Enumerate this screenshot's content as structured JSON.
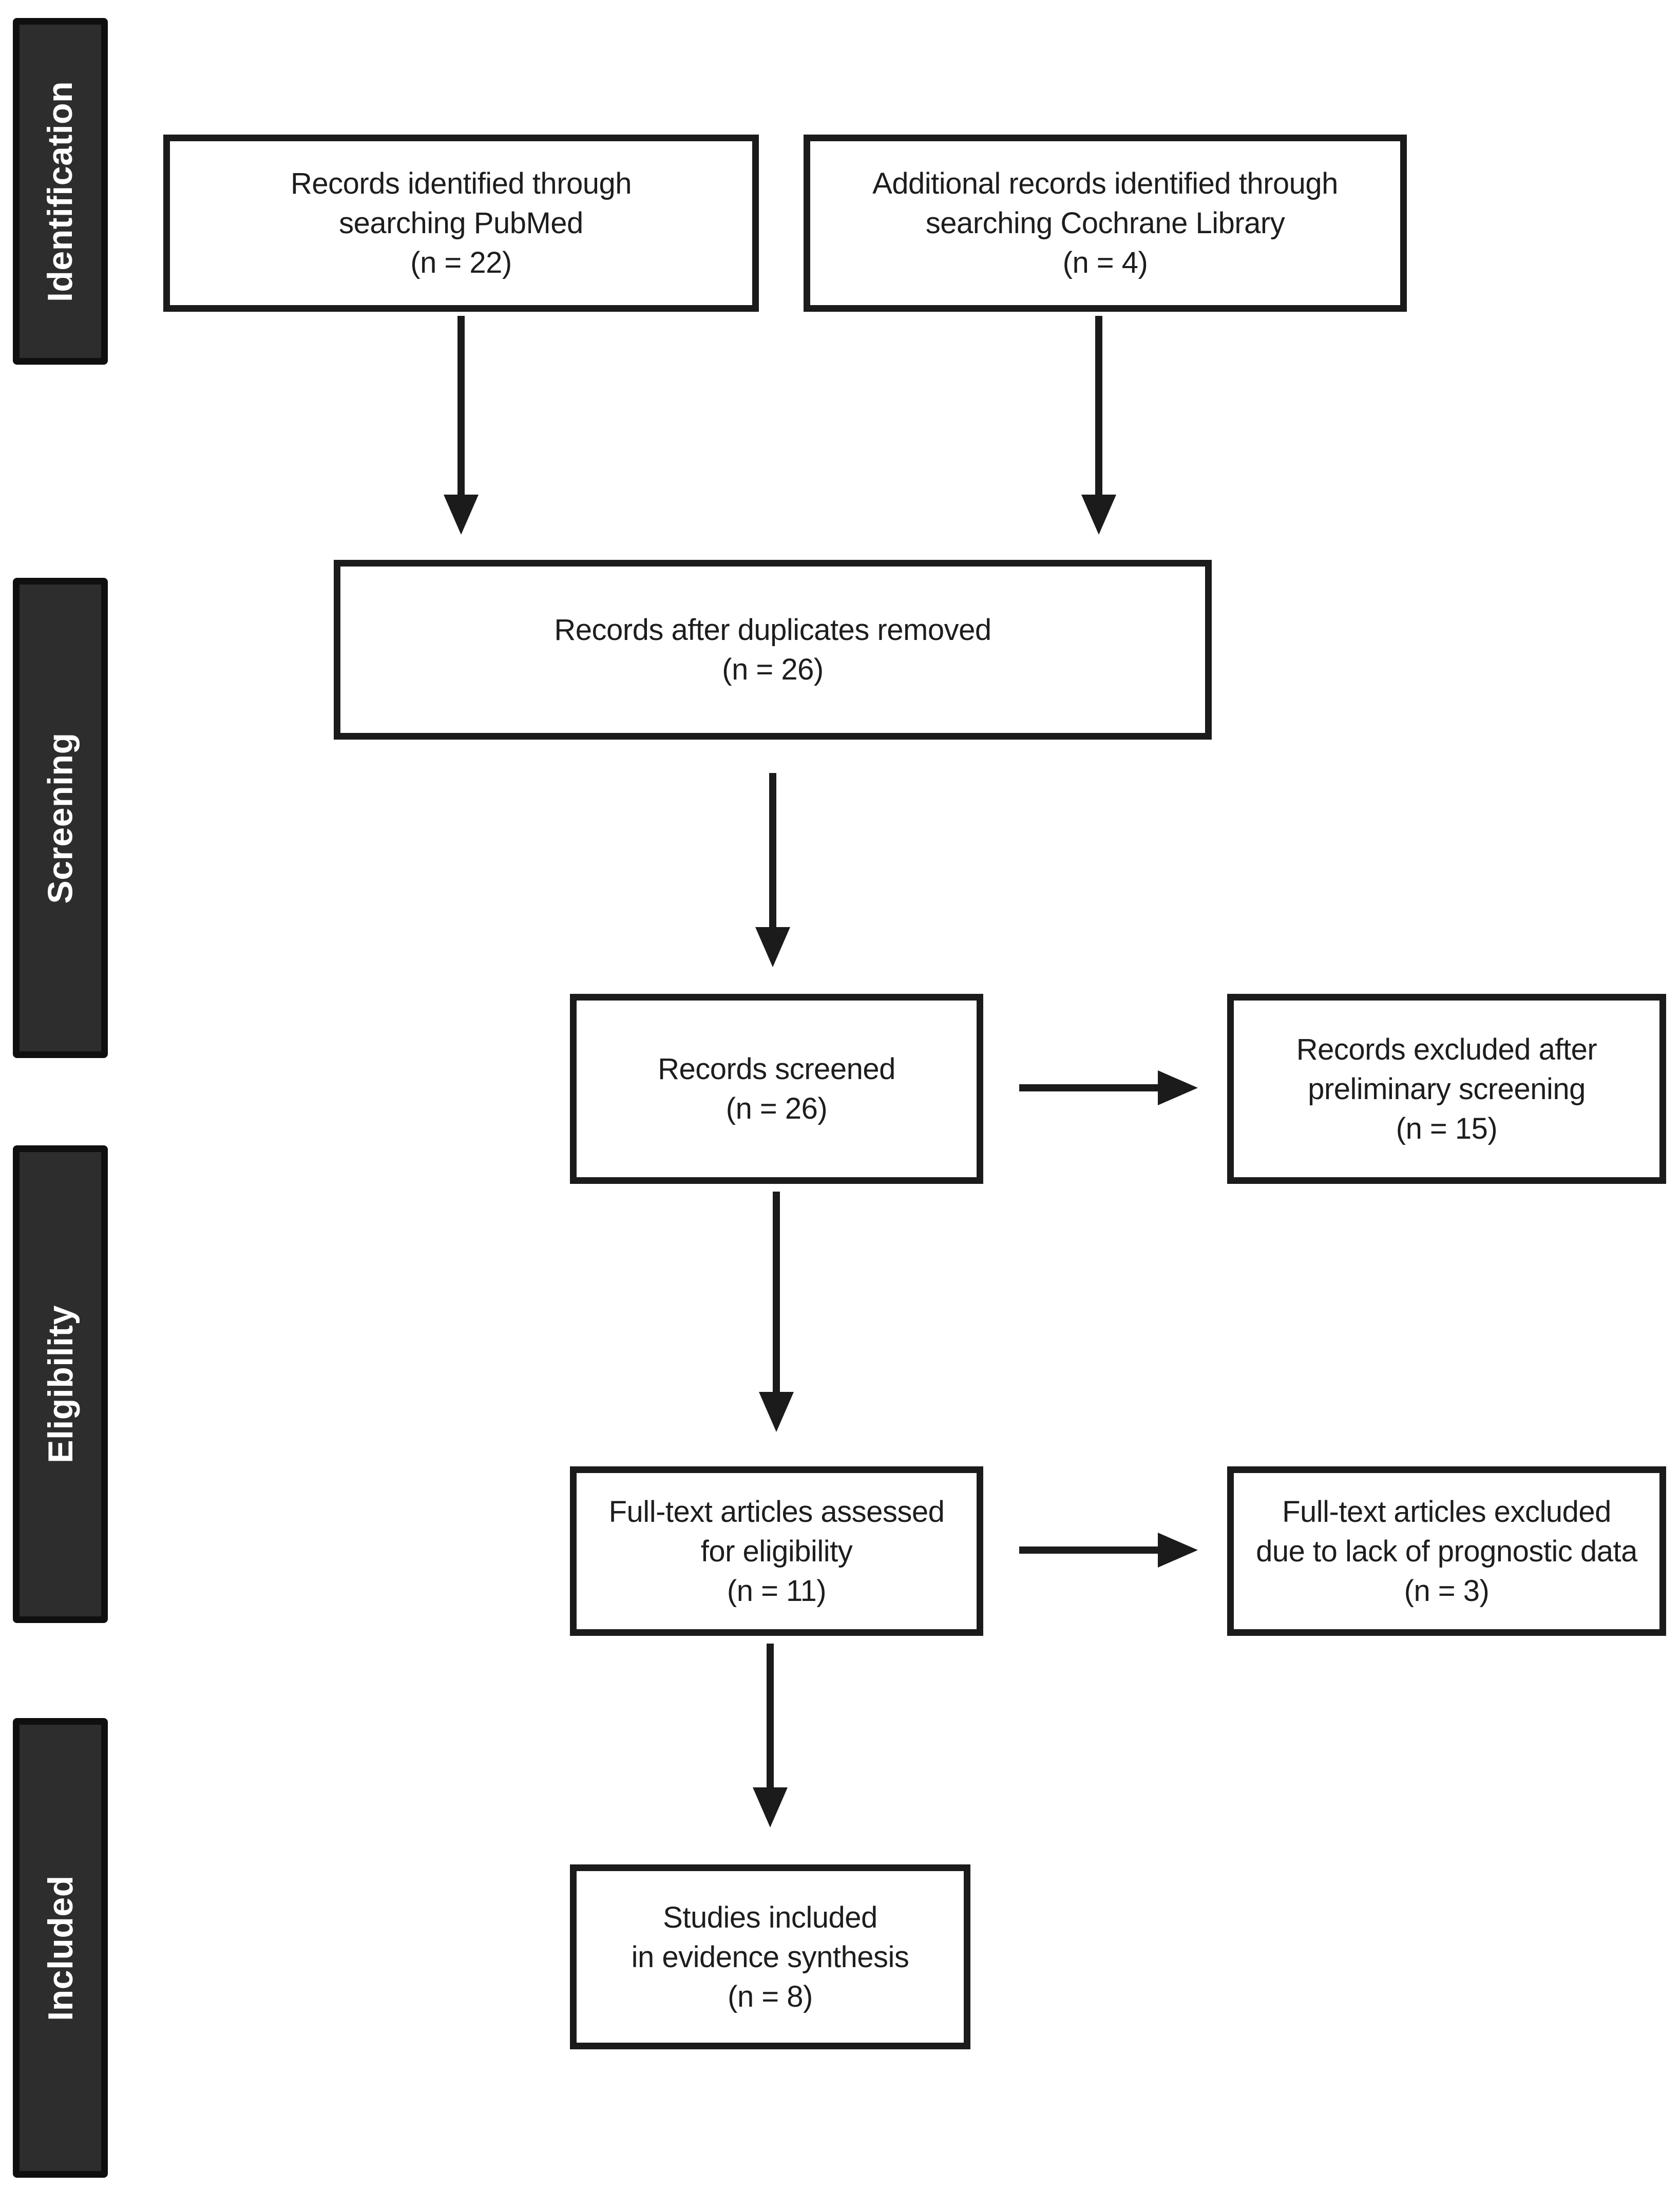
{
  "diagram": {
    "type": "prisma-flow",
    "background": "#ffffff",
    "palette": {
      "box_fill": "#ffffff",
      "box_border": "#1b1b1b",
      "box_text": "#1d1d1d",
      "stage_fill": "#2d2d2d",
      "stage_border": "#0f0f0f",
      "stage_text": "#ffffff",
      "arrow_color": "#1b1b1b"
    }
  },
  "stages": [
    {
      "label": "Identification"
    },
    {
      "label": "Screening"
    },
    {
      "label": "Eligibility"
    },
    {
      "label": "Included"
    }
  ],
  "boxes": {
    "pubmed": {
      "lines": [
        "Records identified through",
        "searching PubMed",
        "(n = 22)"
      ],
      "n": 22
    },
    "cochrane": {
      "lines": [
        "Additional records identified through",
        "searching Cochrane Library",
        "(n = 4)"
      ],
      "n": 4
    },
    "dedup": {
      "lines": [
        "Records after duplicates removed",
        "(n = 26)"
      ],
      "n": 26
    },
    "screened": {
      "lines": [
        "Records screened",
        "(n = 26)"
      ],
      "n": 26
    },
    "excluded_screening": {
      "lines": [
        "Records excluded after",
        "preliminary screening",
        "(n = 15)"
      ],
      "n": 15
    },
    "fulltext": {
      "lines": [
        "Full-text articles assessed",
        "for eligibility",
        "(n = 11)"
      ],
      "n": 11
    },
    "excluded_fulltext": {
      "lines": [
        "Full-text articles excluded",
        "due to lack of prognostic data",
        "(n = 3)"
      ],
      "n": 3
    },
    "included": {
      "lines": [
        "Studies included",
        "in evidence synthesis",
        "(n = 8)"
      ],
      "n": 8
    }
  }
}
